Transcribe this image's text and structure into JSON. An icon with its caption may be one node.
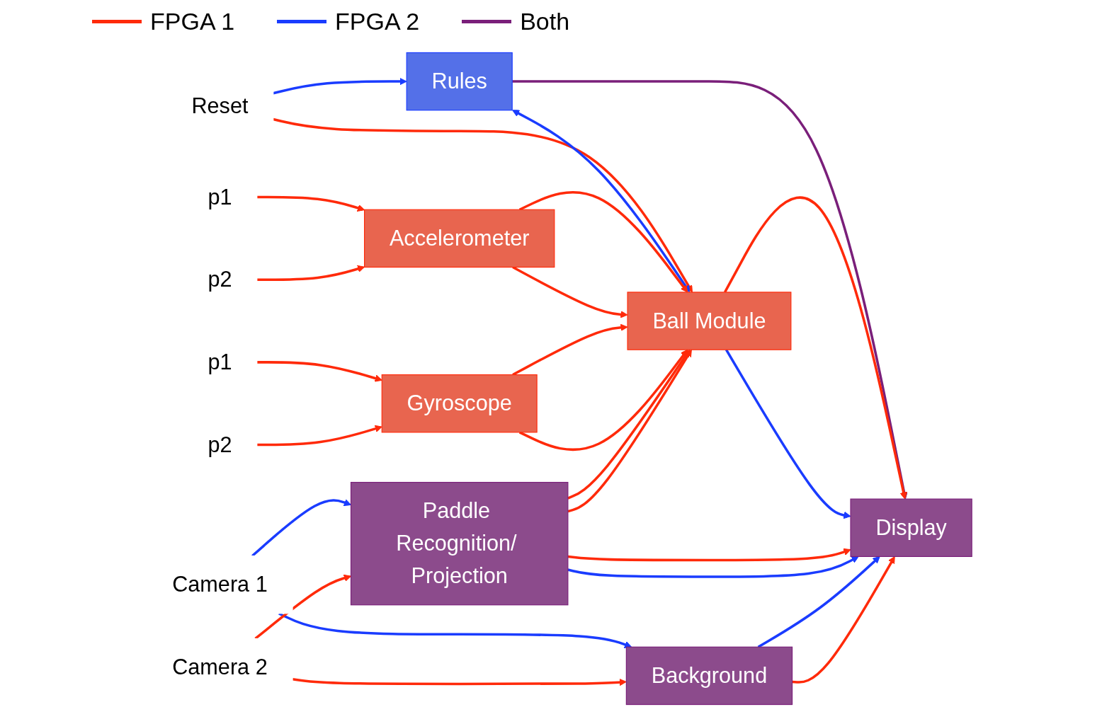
{
  "diagram": {
    "nodes": [
      {
        "text": [
          "Reset"
        ]
      },
      {
        "text": [
          "Rules"
        ]
      },
      {
        "text": [
          "p1"
        ]
      },
      {
        "text": [
          "p2"
        ]
      },
      {
        "text": [
          "Accelerometer"
        ]
      },
      {
        "text": [
          "p1"
        ]
      },
      {
        "text": [
          "p2"
        ]
      },
      {
        "text": [
          "Gyroscope"
        ]
      },
      {
        "text": [
          "Ball Module"
        ]
      },
      {
        "text": [
          "Display"
        ]
      },
      {
        "text": [
          "Camera 1"
        ]
      },
      {
        "text": [
          "Camera 2"
        ]
      },
      {
        "text": [
          "Paddle Recognition/ Projection"
        ]
      },
      {
        "text": [
          "Background"
        ]
      }
    ],
    "edges": [
      {
        "from": 0,
        "to": 1,
        "arrow": "to",
        "color": "#1a3cff"
      },
      {
        "from": 0,
        "to": 8,
        "arrow": "to"
      },
      {
        "from": 1,
        "to": 8,
        "arrow": "both",
        "color": "#1a3cff"
      },
      {
        "from": 1,
        "to": 9,
        "arrow": "to",
        "color": "#7a1f7a"
      },
      {
        "from": 2,
        "to": 4,
        "arrow": "to"
      },
      {
        "from": 3,
        "to": 4,
        "arrow": "to"
      },
      {
        "from": 4,
        "to": 8,
        "arrow": "to"
      },
      {
        "from": 4,
        "to": 8,
        "arrow": "to"
      },
      {
        "from": 5,
        "to": 7,
        "arrow": "to"
      },
      {
        "from": 6,
        "to": 7,
        "arrow": "to"
      },
      {
        "from": 7,
        "to": 8,
        "arrow": "to"
      },
      {
        "from": 7,
        "to": 8,
        "arrow": "to"
      },
      {
        "from": 8,
        "to": 9,
        "arrow": "to"
      },
      {
        "from": 8,
        "to": 9,
        "arrow": "to",
        "color": "#1a3cff"
      },
      {
        "from": 12,
        "to": 8,
        "arrow": "to"
      },
      {
        "from": 12,
        "to": 8,
        "arrow": "to"
      },
      {
        "from": 12,
        "to": 9,
        "arrow": "to"
      },
      {
        "from": 12,
        "to": 9,
        "arrow": "to",
        "color": "#1a3cff"
      },
      {
        "from": 10,
        "to": 12,
        "arrow": "to",
        "color": "#1a3cff"
      },
      {
        "from": 10,
        "to": 13,
        "arrow": "to",
        "color": "#1a3cff"
      },
      {
        "from": 11,
        "to": 12,
        "arrow": "to"
      },
      {
        "from": 11,
        "to": 13,
        "arrow": "to"
      },
      {
        "from": 13,
        "to": 9,
        "arrow": "to",
        "color": "#1a3cff"
      },
      {
        "from": 13,
        "to": 9,
        "arrow": "to"
      }
    ],
    "legend": [
      {
        "text": "FPGA 1"
      },
      {
        "text": "FPGA 2"
      },
      {
        "text": "Both"
      }
    ]
  }
}
